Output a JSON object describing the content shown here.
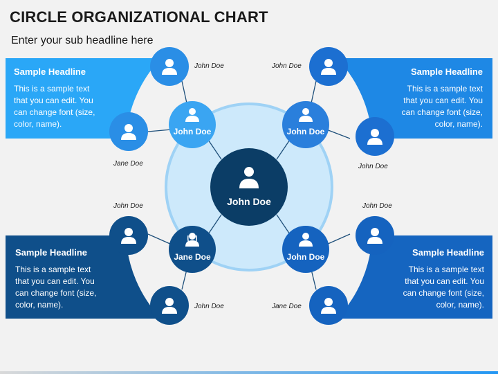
{
  "title": "CIRCLE ORGANIZATIONAL CHART",
  "subtitle": "Enter your sub headline here",
  "panels": [
    {
      "headline": "Sample Headline",
      "body": [
        "This is a sample text",
        "that you can edit. You",
        "can change font (size,",
        "color, name)."
      ],
      "color": "#2aa7f7"
    },
    {
      "headline": "Sample Headline",
      "body": [
        "This is a sample text",
        "that you can edit. You",
        "can change font (size,",
        "color, name)."
      ],
      "color": "#1e88e5"
    },
    {
      "headline": "Sample Headline",
      "body": [
        "This is a sample text",
        "that you can edit. You",
        "can change font (size,",
        "color, name)."
      ],
      "color": "#0f4f8a"
    },
    {
      "headline": "Sample Headline",
      "body": [
        "This is a sample text",
        "that you can edit. You",
        "can change font (size,",
        "color, name)."
      ],
      "color": "#1565c0"
    }
  ],
  "center": {
    "name": "John Doe",
    "color": "#0b3d66"
  },
  "inner_nodes": [
    {
      "name": "John Doe",
      "color": "#3aa5f2"
    },
    {
      "name": "John Doe",
      "color": "#2a7fdc"
    },
    {
      "name": "Jane Doe",
      "color": "#0f4f8a"
    },
    {
      "name": "John Doe",
      "color": "#1563bf"
    }
  ],
  "outer_nodes": [
    {
      "name": "John Doe",
      "color": "#2a8ee6"
    },
    {
      "name": "Jane Doe",
      "color": "#2a8ee6"
    },
    {
      "name": "John Doe",
      "color": "#1c6fd1"
    },
    {
      "name": "John Doe",
      "color": "#1c6fd1"
    },
    {
      "name": "John Doe",
      "color": "#0f4f8a"
    },
    {
      "name": "John Doe",
      "color": "#0f4f8a"
    },
    {
      "name": "John Doe",
      "color": "#1563bf"
    },
    {
      "name": "Jane Doe",
      "color": "#1563bf"
    }
  ],
  "icons": [
    "person-icon",
    "person-female-icon"
  ],
  "colors": {
    "ring_light": "#cde9fb",
    "ring_stroke": "#9fd2f5",
    "line": "#1e4f7a"
  }
}
